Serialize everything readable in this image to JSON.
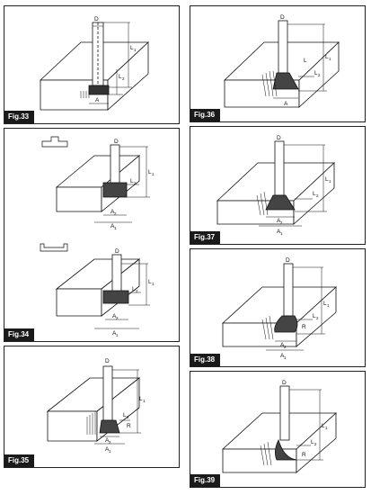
{
  "figures": [
    {
      "id": "fig33",
      "label": "Fig.33"
    },
    {
      "id": "fig34",
      "label": "Fig.34"
    },
    {
      "id": "fig35",
      "label": "Fig.35"
    },
    {
      "id": "fig36",
      "label": "Fig.36"
    },
    {
      "id": "fig37",
      "label": "Fig.37"
    },
    {
      "id": "fig38",
      "label": "Fig.38"
    },
    {
      "id": "fig39",
      "label": "Fig.39"
    }
  ],
  "dims": {
    "D": "D",
    "L": "L",
    "A": "A",
    "R": "R",
    "sub1": "1",
    "sub2": "2"
  }
}
